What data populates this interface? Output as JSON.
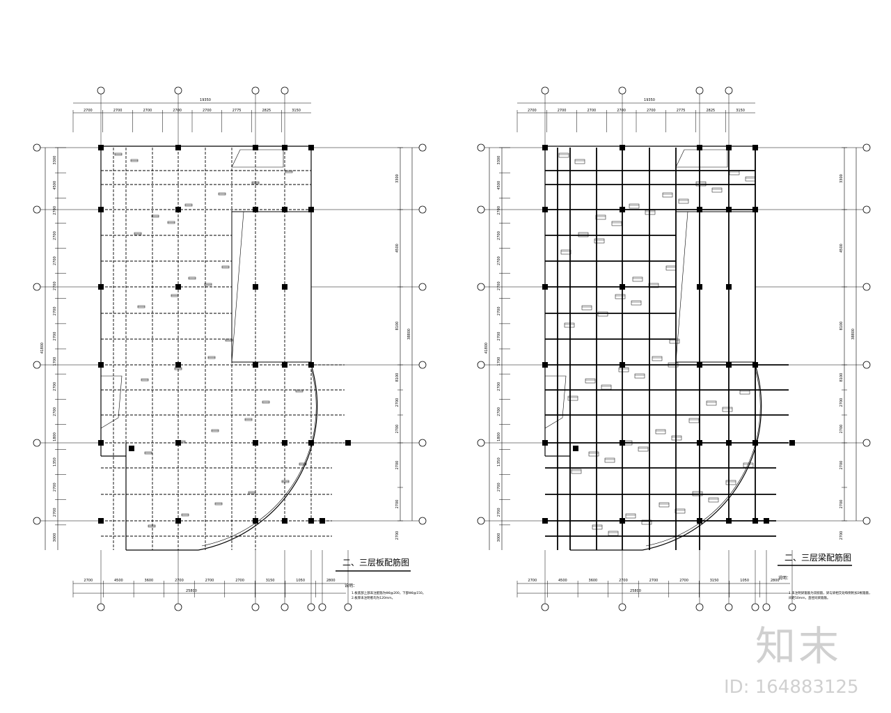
{
  "drawings": [
    {
      "title": "二、三层板配筋图",
      "notes_heading": "说明：",
      "notes": [
        "1.板底部上部未注配筋为Φ8@200，下部Φ8@150。",
        "2.板厚未注明者均为120mm。"
      ],
      "overall_width": "19350",
      "overall_width_bottom": "25800",
      "overall_height": "41800",
      "right_total": "38800",
      "top_dims": [
        "2700",
        "2700",
        "2700",
        "2700",
        "2700",
        "2775",
        "2825",
        "3150"
      ],
      "bottom_dims": [
        "2700",
        "4500",
        "3600",
        "2700",
        "2700",
        "2700",
        "3150",
        "1050",
        "2800"
      ],
      "left_dims": [
        "3300",
        "4500",
        "2700",
        "2700",
        "2700",
        "2700",
        "2700",
        "2700",
        "1700",
        "2700",
        "2700",
        "1800",
        "1350",
        "2700",
        "2700",
        "3000"
      ],
      "right_dims": [
        "3300",
        "4500",
        "8100",
        "8100",
        "2700",
        "2700",
        "2700",
        "2700",
        "2700"
      ]
    },
    {
      "title": "二、三层梁配筋图",
      "notes_heading": "说明：",
      "notes": [
        "1.未注明梁箍筋为双肢箍，梁与梁相交处每侧附加3根箍筋，",
        "间距50mm，直径同梁箍筋。"
      ],
      "overall_width": "19350",
      "overall_width_bottom": "25800",
      "overall_height": "41800",
      "right_total": "38800",
      "top_dims": [
        "2700",
        "2700",
        "2700",
        "2700",
        "2700",
        "2775",
        "2825",
        "3150"
      ],
      "bottom_dims": [
        "2700",
        "4500",
        "3600",
        "2700",
        "2700",
        "2700",
        "3150",
        "1050",
        "2800"
      ],
      "left_dims": [
        "3300",
        "4500",
        "2700",
        "2700",
        "2700",
        "2700",
        "2700",
        "2700",
        "1700",
        "2700",
        "2700",
        "1800",
        "1350",
        "2700",
        "2700",
        "3000"
      ],
      "right_dims": [
        "3300",
        "4500",
        "8100",
        "8100",
        "2700",
        "2700",
        "2700",
        "2700",
        "2700"
      ]
    }
  ],
  "watermark": {
    "logo": "知末",
    "id_text": "ID: 164883125"
  }
}
